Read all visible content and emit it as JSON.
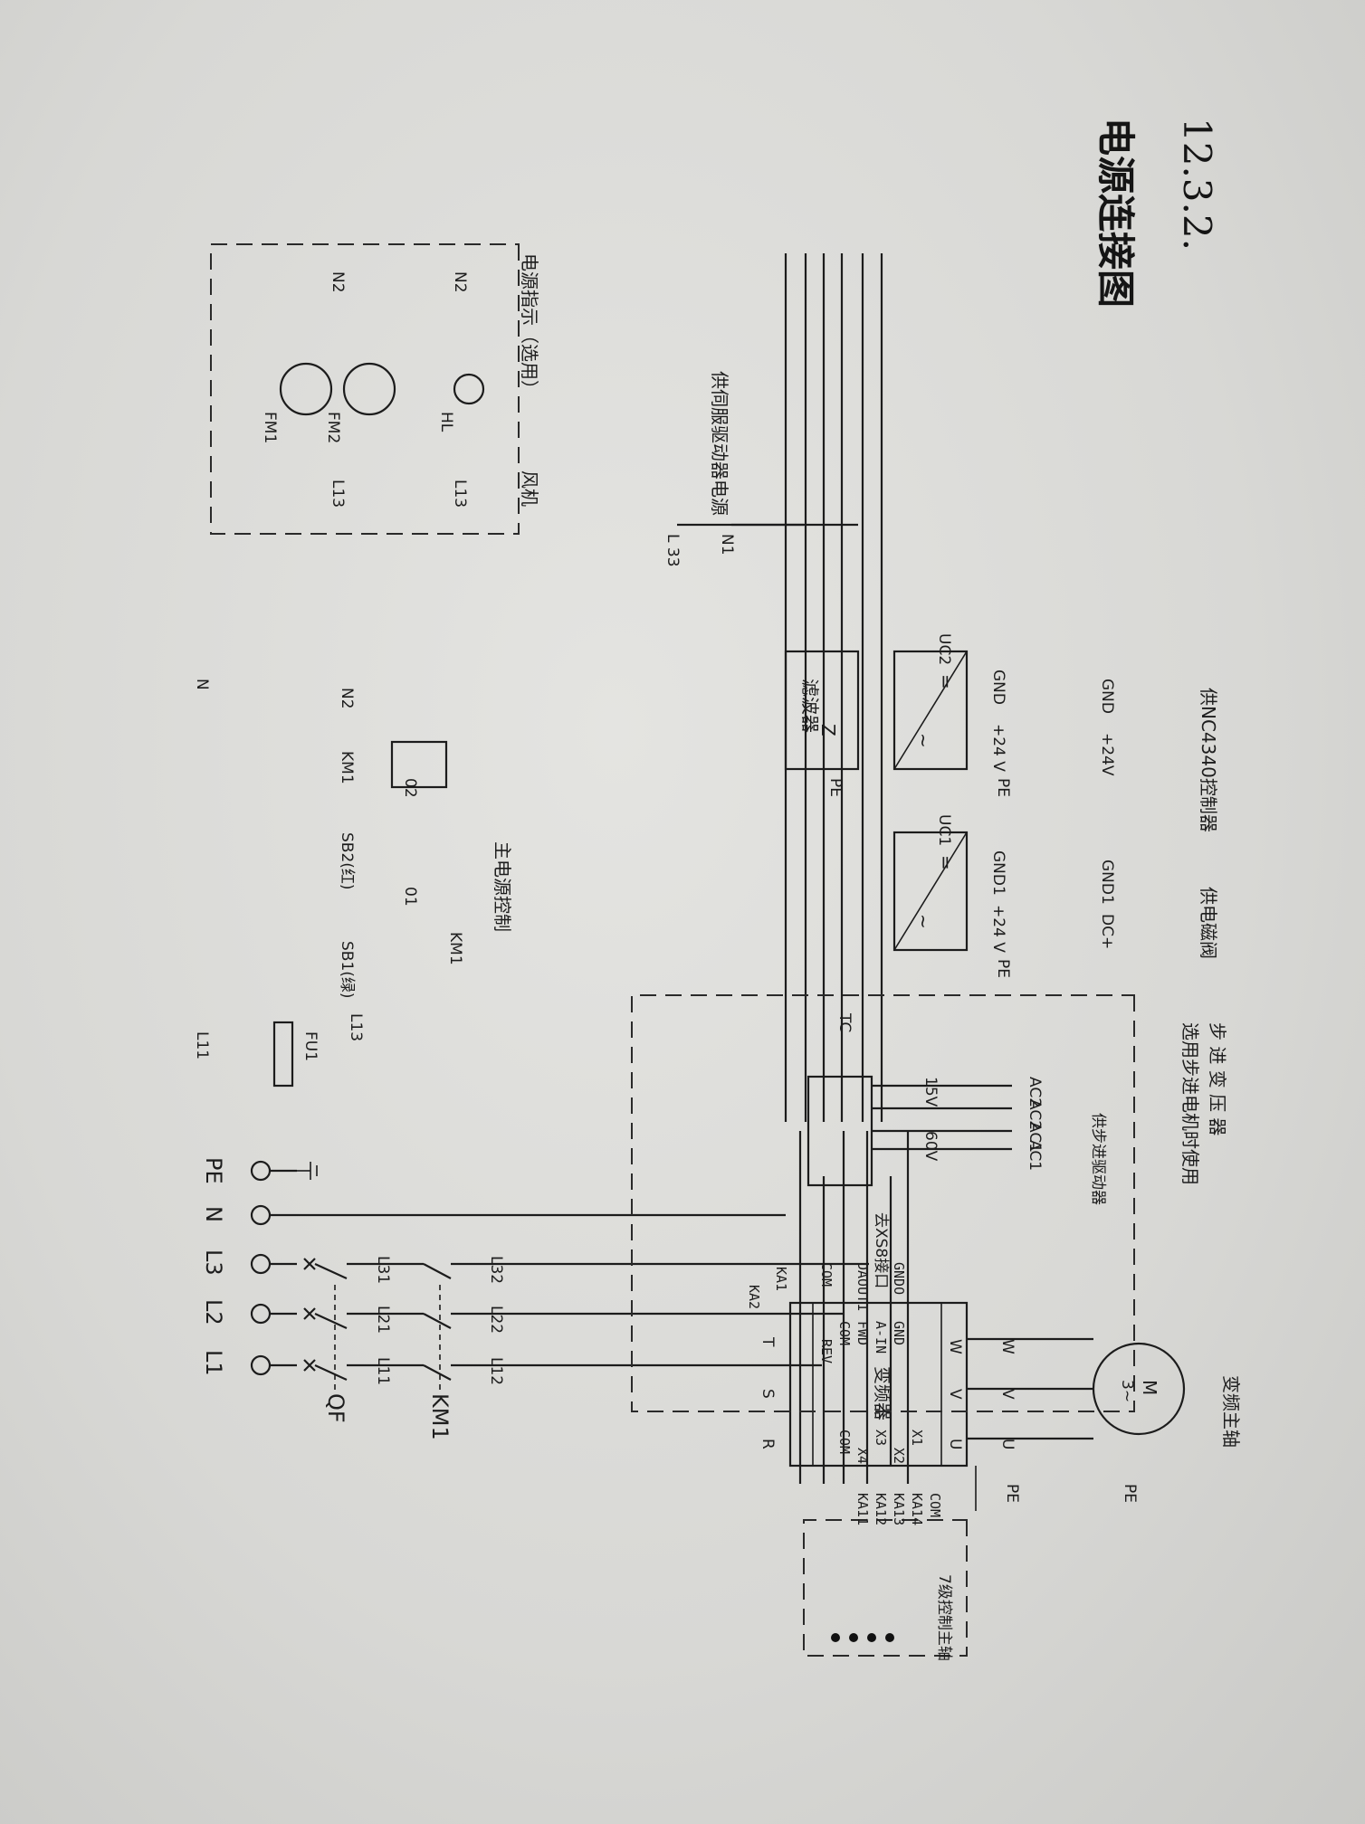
{
  "title": {
    "number": "12.3.2.",
    "text": "电源连接图"
  },
  "mains": {
    "terminals": [
      "L1",
      "L2",
      "L3",
      "N",
      "PE"
    ],
    "breaker": "QF",
    "breaker_out": [
      "L11",
      "L21",
      "L31"
    ],
    "contactor": "KM1",
    "contactor_out": [
      "L12",
      "L22",
      "L32"
    ]
  },
  "vfd": {
    "title": "变频器",
    "inputs": [
      "R",
      "S",
      "T"
    ],
    "outputs": [
      "U",
      "V",
      "W"
    ],
    "x_terminals": [
      "X1",
      "X2",
      "X3",
      "X4",
      "COM"
    ],
    "right_terminals": [
      "REV",
      "COM",
      "FWD",
      "A-IN",
      "GND"
    ],
    "bottom_terminals": [
      "COM",
      "DAOUT1",
      "GNDO"
    ],
    "relay_contacts": [
      "KA11",
      "KA12",
      "KA13",
      "KA14",
      "COM"
    ],
    "relay_label": "7级控制主轴",
    "run_relays": [
      "KA1",
      "KA2"
    ],
    "xs8_label": "去XS8接口",
    "motor_uvw": [
      "U",
      "V",
      "W"
    ],
    "pe": "PE"
  },
  "motor": {
    "symbol": "M",
    "phase": "3~",
    "pe": "PE",
    "label": "变频主轴"
  },
  "transformer": {
    "name": "TC",
    "secondaries": [
      "60V",
      "15V"
    ],
    "outputs": [
      "AC1",
      "AC1",
      "AC2",
      "AC2"
    ],
    "driver_label": "供步进驱动器",
    "note_line1": "选用步进电机时使用",
    "note_line2": "步 进 变 压 器"
  },
  "uc1": {
    "name": "UC1",
    "pe": "PE",
    "out_pos": "+24 V",
    "out_neg": "GND1",
    "term_pos": "DC+",
    "term_neg": "GND1",
    "label": "供电磁阀",
    "ac_symbol": "~",
    "dc_symbol": "="
  },
  "uc2": {
    "name": "UC2",
    "pe": "PE",
    "out_pos": "+24 V",
    "out_neg": "GND",
    "term_pos": "+24V",
    "term_neg": "GND",
    "label": "供NC4340控制器",
    "ac_symbol": "~",
    "dc_symbol": "="
  },
  "filter": {
    "symbol": "Z",
    "label": "滤波器",
    "pe": "PE"
  },
  "servo": {
    "lines": [
      "N1",
      "L 33"
    ],
    "label": "供伺服驱动器电源"
  },
  "main_control": {
    "title": "主电源控制",
    "l11": "L11",
    "fuse": "FU1",
    "l13": "L13",
    "sb1": "SB1(绿)",
    "km1_contact": "KM1",
    "node1": "01",
    "sb2": "SB2(红)",
    "node2": "02",
    "coil": "KM1",
    "n2": "N2",
    "n": "N"
  },
  "fan_panel": {
    "fan1": "FM1",
    "fan2": "FM2",
    "lamp": "HL",
    "l13_top": "L13",
    "l13_bottom": "L13",
    "n2_top": "N2",
    "n2_bottom": "N2",
    "fan_label": "风机",
    "lamp_label": "电源指示（选用）"
  }
}
